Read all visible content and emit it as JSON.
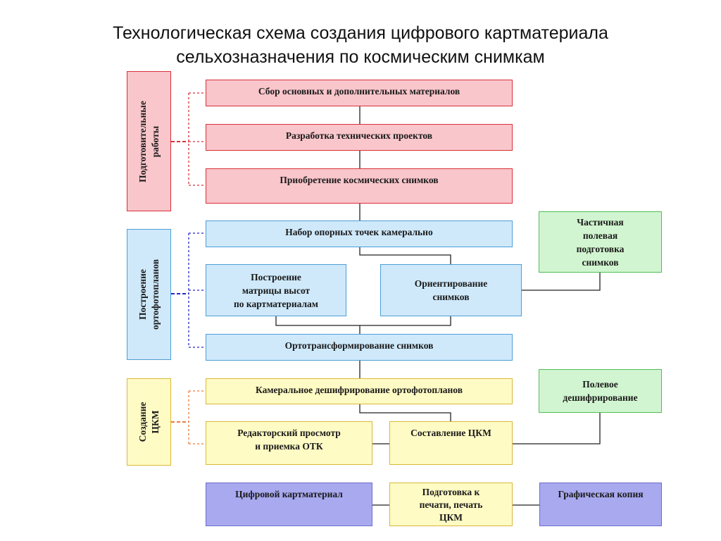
{
  "title": {
    "line1": "Технологическая схема создания цифрового картматериала",
    "line2": "сельхозназначения по космическим снимкам"
  },
  "stages": {
    "prep": "Подготовительные\nработы",
    "ortho": "Построение\nортофотопланов",
    "ckm": "Создание\nЦКМ"
  },
  "boxes": {
    "collect": "Сбор основных и дополнительных материалов",
    "projects": "Разработка технических проектов",
    "purchase": "Приобретение космических снимков",
    "control_points": "Набор опорных точек  камерально",
    "partial_field": "Частичная\nполевая\nподготовка\nснимков",
    "matrix": "Построение\nматрицы высот\nпо картматериалам",
    "orient": "Ориентирование\nснимков",
    "orthotransform": "Ортотрансформирование снимков",
    "field_interp": "Полевое\nдешифрирование",
    "desk_interp": "Камеральное дешифрирование ортофотопланов",
    "editor_review": "Редакторский просмотр\nи приемка ОТК",
    "compile_ckm": "Составление ЦКМ",
    "digital_map": "Цифровой картматериал",
    "print_prep": "Подготовка к\nпечати, печать\nЦКМ",
    "graphic_copy": "Графическая копия"
  },
  "colors": {
    "prep_fill": "#f9c6cb",
    "prep_stroke": "#d9303a",
    "ortho_fill": "#cfe9fb",
    "ortho_stroke": "#4d9ed6",
    "ckm_fill": "#fffbc4",
    "ckm_stroke": "#d9b83b",
    "field_fill": "#d1f5d0",
    "output_fill": "#a8a9ef",
    "connector": "#222222"
  }
}
